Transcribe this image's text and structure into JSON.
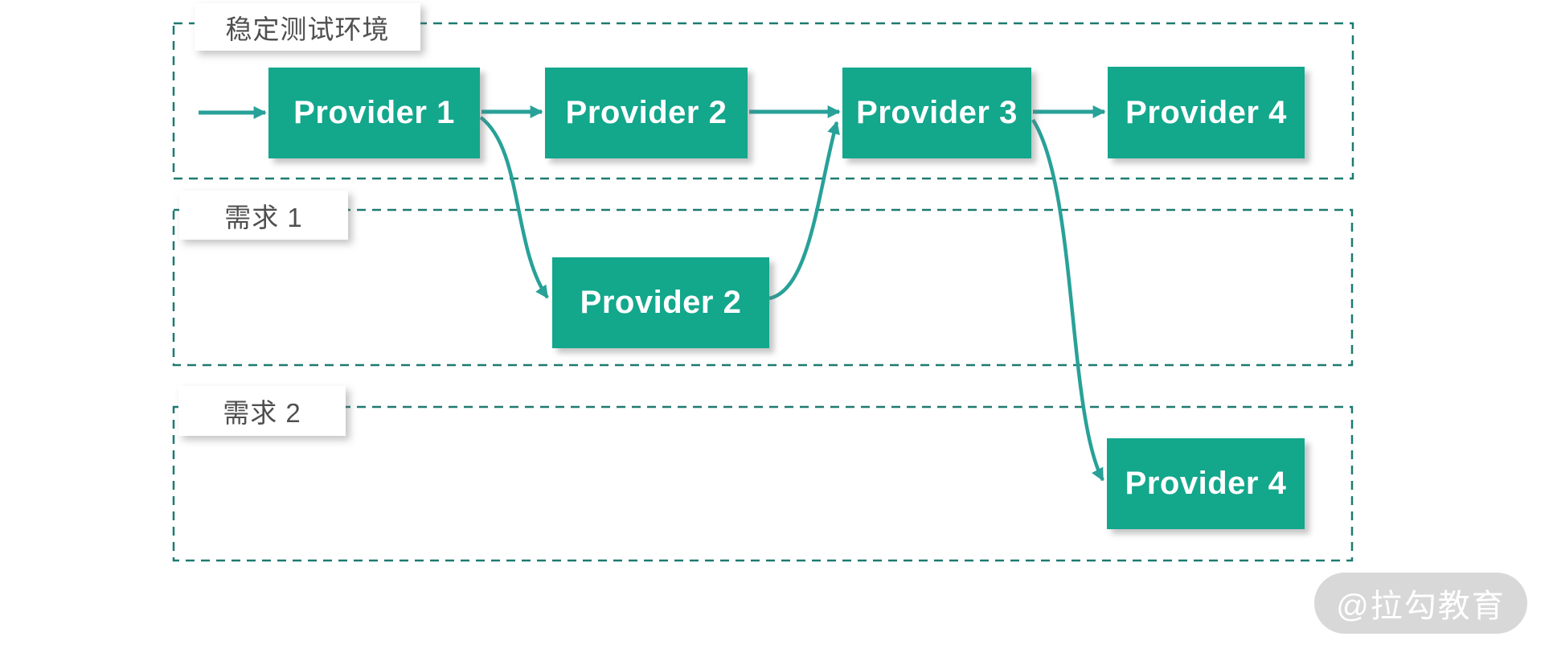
{
  "diagram": {
    "regions": [
      {
        "id": "stable",
        "label": "稳定测试环境"
      },
      {
        "id": "req1",
        "label": "需求 1"
      },
      {
        "id": "req2",
        "label": "需求 2"
      }
    ],
    "nodes": [
      {
        "id": "stable-provider-1",
        "region": "stable",
        "label": "Provider 1"
      },
      {
        "id": "stable-provider-2",
        "region": "stable",
        "label": "Provider 2"
      },
      {
        "id": "stable-provider-3",
        "region": "stable",
        "label": "Provider 3"
      },
      {
        "id": "stable-provider-4",
        "region": "stable",
        "label": "Provider 4"
      },
      {
        "id": "req1-provider-2",
        "region": "req1",
        "label": "Provider 2"
      },
      {
        "id": "req2-provider-4",
        "region": "req2",
        "label": "Provider 4"
      }
    ],
    "edges": [
      {
        "from": "entry",
        "to": "stable-provider-1",
        "style": "straight"
      },
      {
        "from": "stable-provider-1",
        "to": "stable-provider-2",
        "style": "straight"
      },
      {
        "from": "stable-provider-2",
        "to": "stable-provider-3",
        "style": "straight"
      },
      {
        "from": "stable-provider-3",
        "to": "stable-provider-4",
        "style": "straight"
      },
      {
        "from": "stable-provider-1",
        "to": "req1-provider-2",
        "style": "curved"
      },
      {
        "from": "req1-provider-2",
        "to": "stable-provider-3",
        "style": "curved"
      },
      {
        "from": "stable-provider-3",
        "to": "req2-provider-4",
        "style": "curved"
      }
    ],
    "watermark": "@拉勾教育",
    "colors": {
      "node_fill": "#13a78c",
      "arrow": "#28a198",
      "region_border": "#1e7a70",
      "label_text": "#4f4f4f",
      "node_text": "#ffffff",
      "watermark_bg": "#d8d8d8",
      "watermark_text": "#ffffff"
    }
  }
}
